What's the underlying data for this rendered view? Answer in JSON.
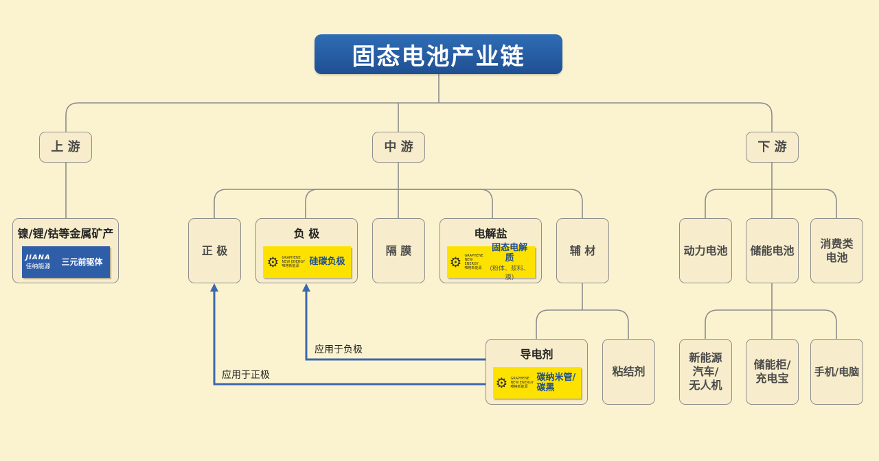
{
  "title": "固态电池产业链",
  "sections": {
    "upstream": "上 游",
    "midstream": "中 游",
    "downstream": "下 游"
  },
  "upstream": {
    "item": "镍/锂/钴等金属矿产",
    "logo_brand": "JIANA",
    "logo_brand_cn": "佳纳能源",
    "logo_text": "三元前驱体"
  },
  "midstream": {
    "cathode": "正 极",
    "anode": "负 极",
    "anode_logo_text": "硅碳负极",
    "separator": "隔 膜",
    "electrolyte": "电解盐",
    "electrolyte_logo_text": "固态电解质",
    "electrolyte_logo_sub": "(粉体、浆料、膜)",
    "auxiliary": "辅 材",
    "conductive": "导电剂",
    "conductive_logo_text": "碳纳米管/碳黑",
    "binder": "粘结剂",
    "logo_small_en": "GRAPHENE NEW ENERGY",
    "logo_small_cn": "唯格新能源"
  },
  "downstream": {
    "power": "动力电池",
    "storage": "储能电池",
    "consumer": "消费类电池",
    "nev": "新能源汽车/无人机",
    "cabinet": "储能柜/充电宝",
    "phone": "手机/电脑"
  },
  "flow_labels": {
    "to_anode": "应用于负极",
    "to_cathode": "应用于正极"
  },
  "colors": {
    "title_bg": "#1f4f92",
    "highlight": "#ffd800",
    "arrow": "#3b67ad",
    "background": "#fbf3cf"
  }
}
